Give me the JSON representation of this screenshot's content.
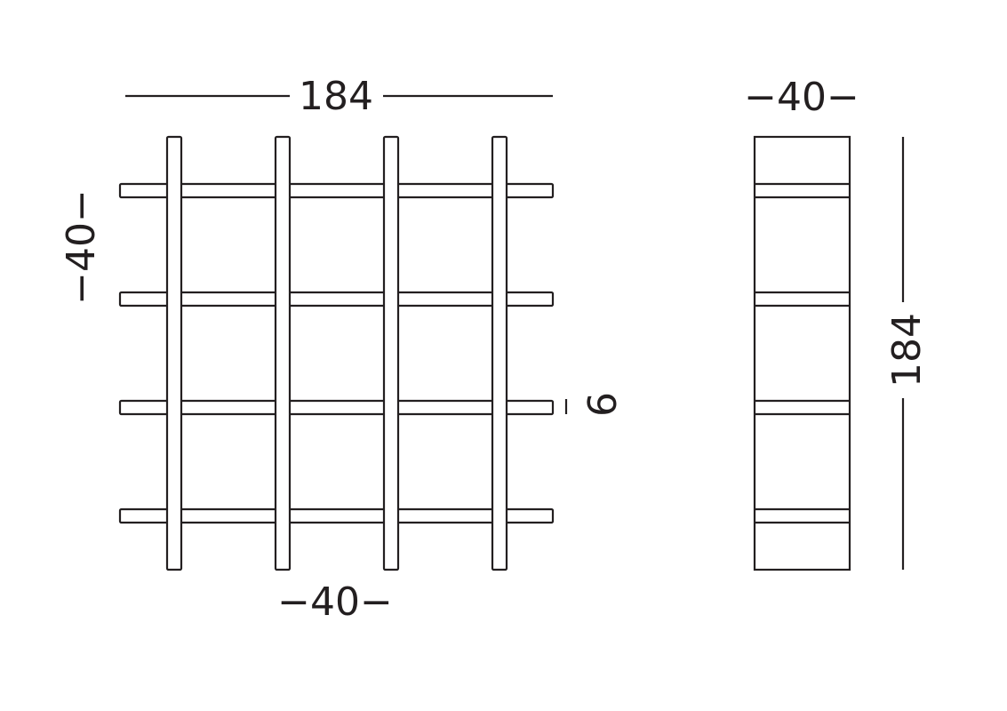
{
  "front_view": {
    "width_label": "184",
    "spacing_label_bottom": "−40−",
    "spacing_label_left": "−40−",
    "thickness_label": "6"
  },
  "side_view": {
    "depth_label": "−40−",
    "height_label": "184"
  },
  "colors": {
    "line": "#231f20",
    "background": "#ffffff"
  }
}
